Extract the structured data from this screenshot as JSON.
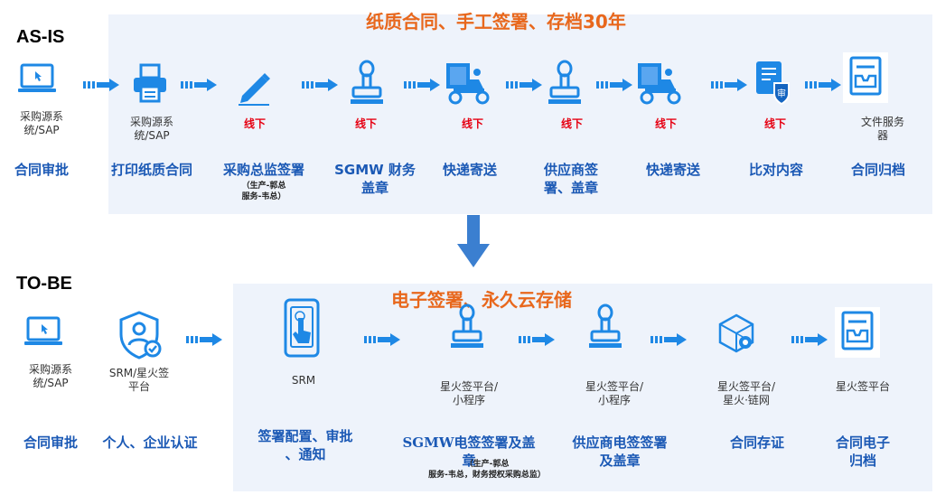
{
  "asis": {
    "label": "AS-IS",
    "banner": "纸质合同、手工签署、存档30年",
    "nodes": [
      {
        "caption": "采购源系\n统/SAP",
        "tag": "",
        "step": "合同审批",
        "note": ""
      },
      {
        "caption": "采购源系\n统/SAP",
        "tag": "",
        "step": "打印纸质合同",
        "note": ""
      },
      {
        "caption": "",
        "tag": "线下",
        "step": "采购总监签署",
        "note": "（生产-郭总\n服务-韦总）"
      },
      {
        "caption": "",
        "tag": "线下",
        "step": "SGMW 财务\n盖章",
        "note": ""
      },
      {
        "caption": "",
        "tag": "线下",
        "step": "快递寄送",
        "note": ""
      },
      {
        "caption": "",
        "tag": "线下",
        "step": "供应商签\n署、盖章",
        "note": ""
      },
      {
        "caption": "",
        "tag": "线下",
        "step": "快递寄送",
        "note": ""
      },
      {
        "caption": "",
        "tag": "线下",
        "step": "比对内容",
        "note": ""
      },
      {
        "caption": "文件服务器",
        "tag": "",
        "step": "合同归档",
        "note": ""
      }
    ]
  },
  "tobe": {
    "label": "TO-BE",
    "banner": "电子签署、永久云存储",
    "nodes": [
      {
        "caption": "采购源系\n统/SAP",
        "step": "合同审批",
        "note": ""
      },
      {
        "caption": "SRM/星火签\n平台",
        "step": "个人、企业认证",
        "note": ""
      },
      {
        "caption": "SRM",
        "step": "签署配置、审批\n、通知",
        "note": ""
      },
      {
        "caption": "星火签平台/\n小程序",
        "step": "SGMW电签签署及盖\n章",
        "note": "（生产-郭总\n服务-韦总，财务授权采购总监）"
      },
      {
        "caption": "星火签平台/\n小程序",
        "step": "供应商电签签署\n及盖章",
        "note": ""
      },
      {
        "caption": "星火签平台/\n星火·链网",
        "step": "合同存证",
        "note": ""
      },
      {
        "caption": "星火签平台",
        "step": "合同电子\n归档",
        "note": ""
      }
    ]
  },
  "colors": {
    "primary": "#1e88e5",
    "step_text": "#1b59b5",
    "banner": "#e8671c",
    "tag": "#e60012",
    "panel": "#eef3fb"
  }
}
